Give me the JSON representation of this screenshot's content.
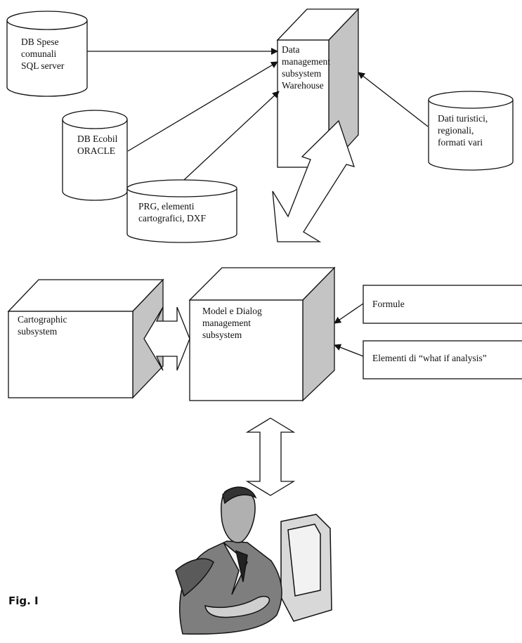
{
  "databases": {
    "spese": {
      "lines": [
        "DB Spese",
        "comunali",
        "SQL server"
      ]
    },
    "ecobil": {
      "lines": [
        "DB Ecobil",
        "ORACLE"
      ]
    },
    "prg": {
      "lines": [
        "PRG, elementi",
        "cartografici, DXF"
      ]
    },
    "turistici": {
      "lines": [
        "Dati turistici,",
        "regionali,",
        "formati vari"
      ]
    }
  },
  "subsystems": {
    "data": {
      "lines": [
        "Data",
        "management",
        "subsystem",
        "Warehouse"
      ]
    },
    "model": {
      "lines": [
        "Model e Dialog",
        "management",
        "subsystem"
      ]
    },
    "carto": {
      "lines": [
        "Cartographic",
        "subsystem"
      ]
    }
  },
  "inputs": {
    "formule": "Formule",
    "whatif": "Elementi di “what if analysis”"
  },
  "figure_label": "Fig. I",
  "colors": {
    "stroke": "#111111",
    "box_side": "#c4c4c4",
    "box_face": "#ffffff"
  }
}
